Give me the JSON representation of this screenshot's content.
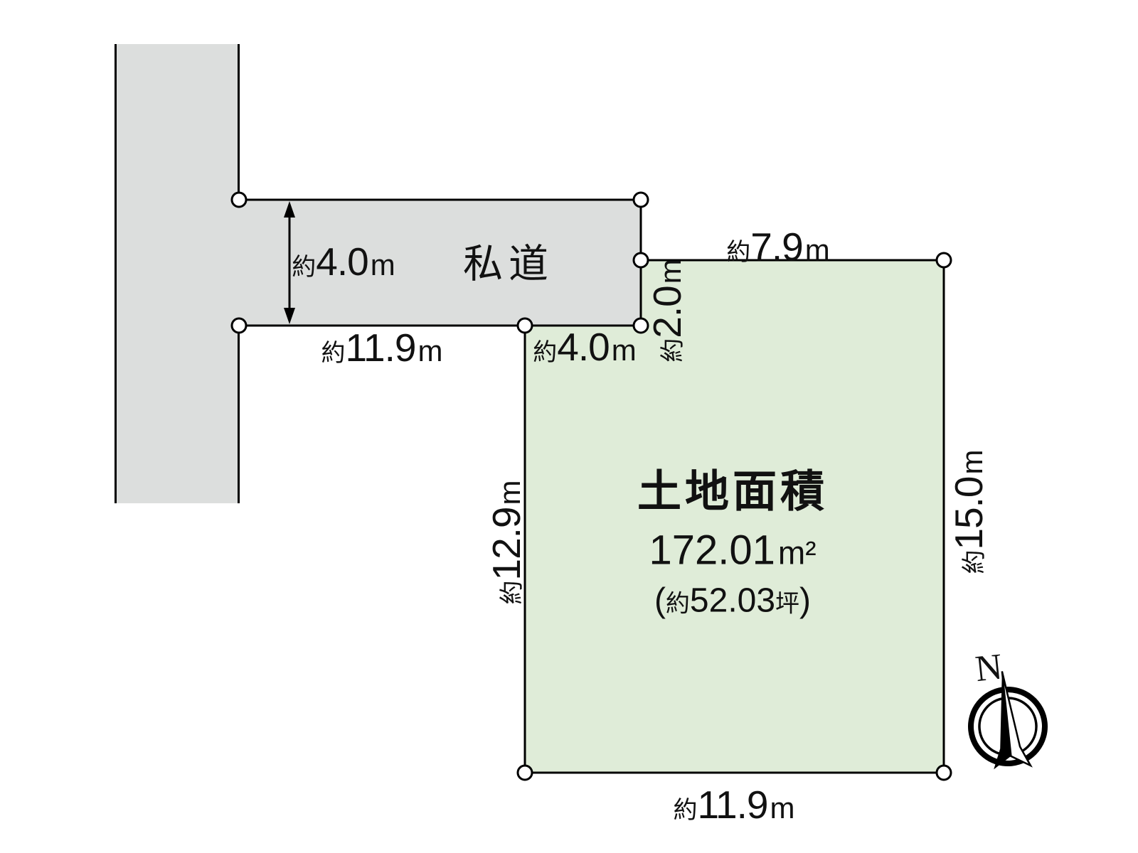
{
  "colors": {
    "road_fill": "#dcdedd",
    "plot_fill": "#dfecd8",
    "line": "#000000",
    "marker_fill": "#ffffff"
  },
  "private_road": {
    "label": "私道"
  },
  "plot": {
    "title": "土地面積",
    "area_value": "172.01",
    "area_unit": "m²",
    "tsubo_open": "(",
    "tsubo_approx": "約",
    "tsubo_value": "52.03",
    "tsubo_unit": "坪",
    "tsubo_close": ")"
  },
  "dims": {
    "road_width": {
      "approx": "約",
      "value": "4.0",
      "unit": "m"
    },
    "road_length": {
      "approx": "約",
      "value": "11.9",
      "unit": "m"
    },
    "frontage": {
      "approx": "約",
      "value": "4.0",
      "unit": "m"
    },
    "notch": {
      "approx": "約",
      "value": "2.0",
      "unit": "m"
    },
    "top": {
      "approx": "約",
      "value": "7.9",
      "unit": "m"
    },
    "right": {
      "approx": "約",
      "value": "15.0",
      "unit": "m"
    },
    "left": {
      "approx": "約",
      "value": "12.9",
      "unit": "m"
    },
    "bottom": {
      "approx": "約",
      "value": "11.9",
      "unit": "m"
    }
  },
  "compass": {
    "label": "N"
  }
}
